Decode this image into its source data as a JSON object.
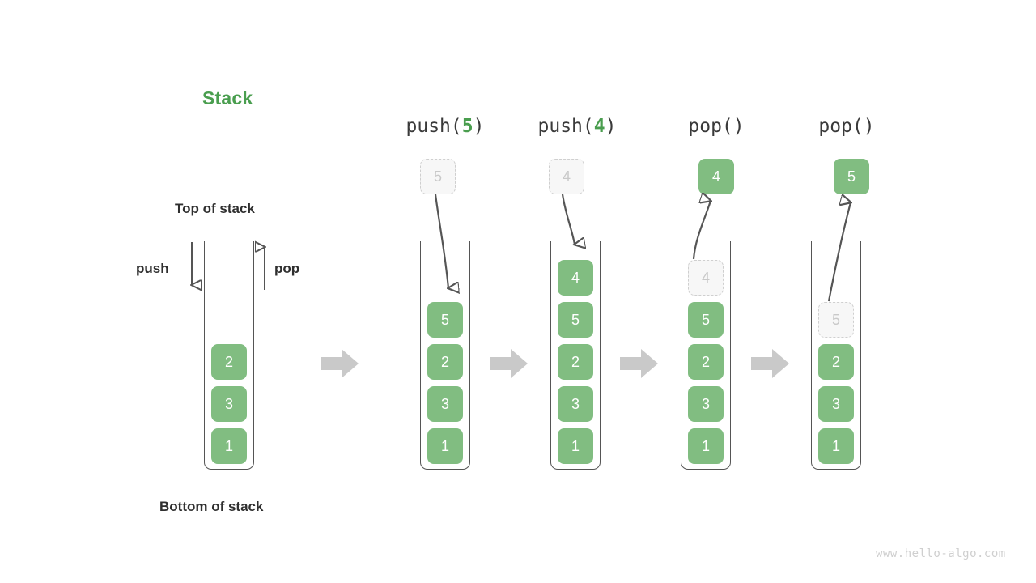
{
  "diagram": {
    "title": "Stack",
    "top_label": "Top of stack",
    "bottom_label": "Bottom of stack",
    "push_label": "push",
    "pop_label": "pop",
    "watermark": "www.hello-algo.com",
    "accent_color": "#4a9e4f",
    "element_color": "#81bd81",
    "ghost_color": "#f7f7f7",
    "arrow_color": "#c9c9c9"
  },
  "steps": [
    {
      "id": "initial",
      "op_label": "",
      "op_prefix": "",
      "op_value": "",
      "op_suffix": "",
      "elements": [
        "2",
        "3",
        "1"
      ],
      "floating": null,
      "ghost_index": null
    },
    {
      "id": "push5",
      "op_label": "push(5)",
      "op_prefix": "push(",
      "op_value": "5",
      "op_suffix": ")",
      "elements": [
        "5",
        "2",
        "3",
        "1"
      ],
      "floating": "5",
      "floating_style": "ghost",
      "ghost_index": null
    },
    {
      "id": "push4",
      "op_label": "push(4)",
      "op_prefix": "push(",
      "op_value": "4",
      "op_suffix": ")",
      "elements": [
        "4",
        "5",
        "2",
        "3",
        "1"
      ],
      "floating": "4",
      "floating_style": "ghost",
      "ghost_index": null
    },
    {
      "id": "pop1",
      "op_label": "pop()",
      "op_prefix": "pop()",
      "op_value": "",
      "op_suffix": "",
      "elements": [
        "4",
        "5",
        "2",
        "3",
        "1"
      ],
      "floating": "4",
      "floating_style": "solid",
      "ghost_index": 0
    },
    {
      "id": "pop2",
      "op_label": "pop()",
      "op_prefix": "pop()",
      "op_value": "",
      "op_suffix": "",
      "elements": [
        "5",
        "2",
        "3",
        "1"
      ],
      "floating": "5",
      "floating_style": "solid",
      "ghost_index": 0
    }
  ]
}
